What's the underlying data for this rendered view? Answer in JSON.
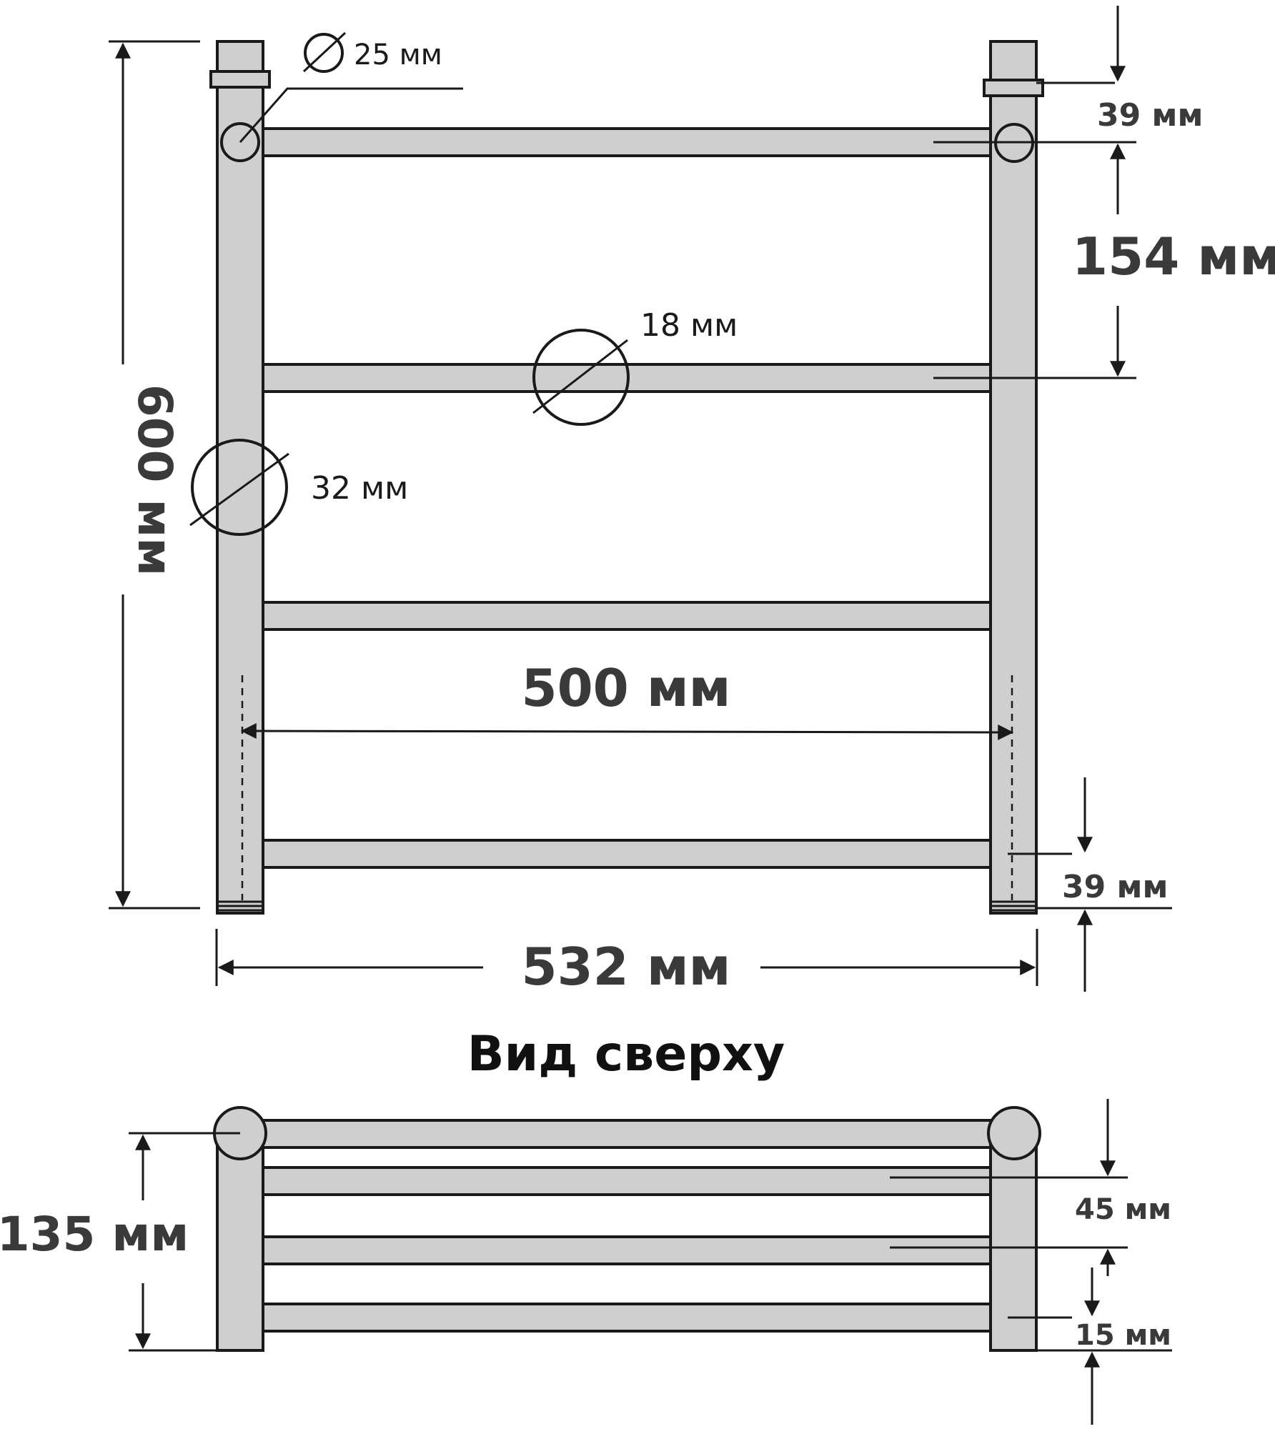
{
  "front_view": {
    "height_label": "600 мм",
    "width_label": "532 мм",
    "inner_width_label": "500 мм",
    "top_offset_label": "39 мм",
    "rail_spacing_label": "154 мм",
    "bottom_offset_label": "39 мм",
    "upright_diameter_label": "32 мм",
    "rail_diameter_label": "18 мм",
    "top_rail_diameter_label": "25 мм"
  },
  "top_view": {
    "title": "Вид сверху",
    "depth_label": "135 мм",
    "rail_spacing_label": "45 мм",
    "wall_gap_label": "15 мм"
  },
  "colors": {
    "metal": "#cfcfcf",
    "outline": "#1a1a1a",
    "label": "#3a3a3a"
  }
}
